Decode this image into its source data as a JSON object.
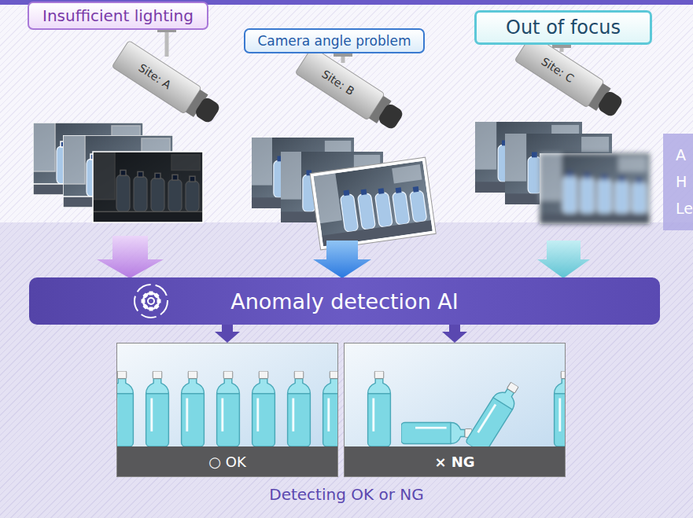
{
  "diagram": {
    "caption": "Detecting OK or NG",
    "nodes": [
      {
        "text": [
          "Insufficient lighting"
        ]
      },
      {
        "text": [
          "Camera angle problem"
        ]
      },
      {
        "text": [
          "Out of focus"
        ]
      },
      {
        "text": [
          "A",
          "H",
          "Le"
        ]
      },
      {
        "text": [
          "Anomaly detection AI"
        ]
      },
      {
        "text": [
          "○ OK"
        ]
      },
      {
        "text": [
          "× NG"
        ]
      }
    ],
    "edges": [
      {
        "from": 4,
        "to": 5,
        "arrow": "to"
      },
      {
        "from": 4,
        "to": 6,
        "arrow": "to"
      }
    ],
    "labels": [
      "Site: A",
      "Site: B",
      "Site: C"
    ]
  }
}
